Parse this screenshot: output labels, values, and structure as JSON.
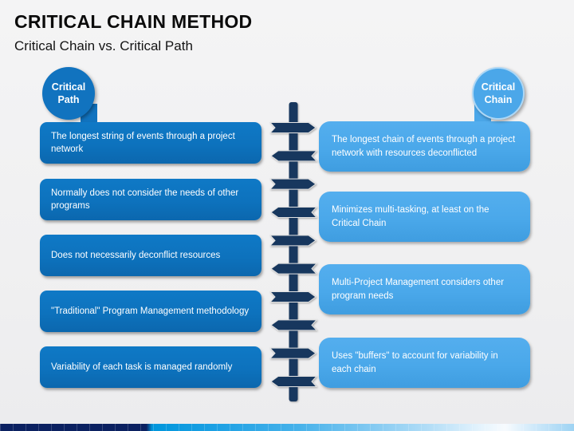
{
  "slide": {
    "title": "CRITICAL CHAIN METHOD",
    "subtitle": "Critical Chain vs. Critical Path"
  },
  "left_column": {
    "badge": {
      "line1": "Critical",
      "line2": "Path"
    },
    "items": [
      "The longest string of events through a project network",
      "Normally does not consider the needs of other programs",
      "Does not necessarily deconflict resources",
      "\"Traditional\" Program Management methodology",
      "Variability of each task is managed randomly"
    ]
  },
  "right_column": {
    "badge": {
      "line1": "Critical",
      "line2": "Chain"
    },
    "items": [
      "The longest chain of events through a project network with resources deconflicted",
      "Minimizes multi-tasking, at least on the Critical Chain",
      "Multi-Project Management considers other program needs",
      "Uses \"buffers\" to account for variability in each chain"
    ]
  },
  "divider": {
    "arrow_directions": [
      "right",
      "left",
      "right",
      "left",
      "right",
      "left",
      "right",
      "left",
      "right",
      "left"
    ]
  },
  "colors": {
    "left_box": "#0d72bd",
    "right_box": "#4aa8ea",
    "left_badge": "#1173bf",
    "right_badge": "#4ba7e9",
    "spine": "#17375e",
    "footer_navy": "#0b2161",
    "footer_blue": "#0096dc"
  }
}
